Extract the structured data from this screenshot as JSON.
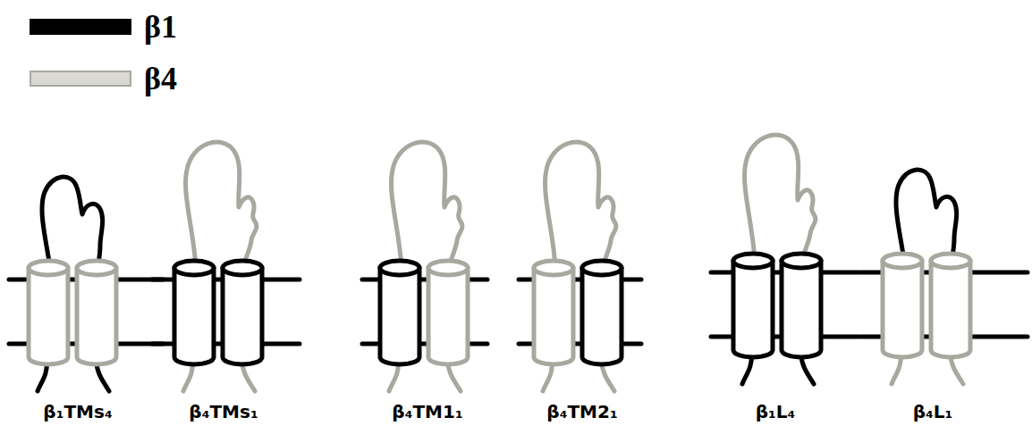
{
  "diagram": {
    "labels": [
      "β₁TMs₄",
      "β₄TMs₁",
      "β₄TM1₁",
      "β₄TM2₁",
      "β₁L₄",
      "β₄L₁"
    ],
    "legend": [
      {
        "text": "β1",
        "color": "#000000"
      },
      {
        "text": "β4",
        "color": "#d9d9d1"
      }
    ]
  }
}
